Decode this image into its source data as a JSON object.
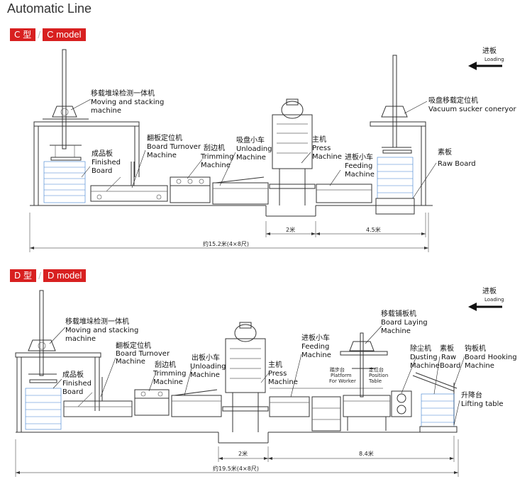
{
  "title": "Automatic Line",
  "c_model": {
    "badge_cn": "C 型",
    "badge_en": "C model",
    "loading_cn": "进板",
    "loading_en": "Loading",
    "labels": {
      "moving_cn": "移载堆垛检测一体机",
      "moving_en1": "Moving and stacking",
      "moving_en2": "machine",
      "vacuum_cn": "吸盘移载定位机",
      "vacuum_en": "Vacuum sucker coneryor",
      "finished_cn": "成品板",
      "finished_en1": "Finished",
      "finished_en2": "Board",
      "turnover_cn": "翻板定位机",
      "turnover_en1": "Board Turnover",
      "turnover_en2": "Machine",
      "trimming_cn": "刮边机",
      "trimming_en1": "Trimming",
      "trimming_en2": "Machine",
      "unloading_cn": "吸盘小车",
      "unloading_en1": "Unloading",
      "unloading_en2": "Machine",
      "press_cn": "主机",
      "press_en1": "Press",
      "press_en2": "Machine",
      "feeding_cn": "进板小车",
      "feeding_en1": "Feeding",
      "feeding_en2": "Machine",
      "raw_cn": "素板",
      "raw_en": "Raw Board"
    },
    "dims": {
      "d1": "2米",
      "d2": "4.5米",
      "total": "约15.2米(4×8尺)"
    }
  },
  "d_model": {
    "badge_cn": "D 型",
    "badge_en": "D model",
    "loading_cn": "进板",
    "loading_en": "Loading",
    "labels": {
      "moving_cn": "移载堆垛检测一体机",
      "moving_en1": "Moving and stacking",
      "moving_en2": "machine",
      "turnover_cn": "翻板定位机",
      "turnover_en1": "Board Turnover",
      "turnover_en2": "Machine",
      "finished_cn": "成品板",
      "finished_en1": "Finished",
      "finished_en2": "Board",
      "trimming_cn": "刮边机",
      "trimming_en1": "Trimming",
      "trimming_en2": "Machine",
      "unloading_cn": "出板小车",
      "unloading_en1": "Unloading",
      "unloading_en2": "Machine",
      "press_cn": "主机",
      "press_en1": "Press",
      "press_en2": "Machine",
      "feeding_cn": "进板小车",
      "feeding_en1": "Feeding",
      "feeding_en2": "Machine",
      "laying_cn": "移载铺板机",
      "laying_en1": "Board Laying",
      "laying_en2": "Machine",
      "platform_cn": "踏步台",
      "platform_en1": "Platform",
      "platform_en2": "For Worker",
      "position_cn": "定位台",
      "position_en1": "Position",
      "position_en2": "Table",
      "dusting_cn": "除尘机",
      "dusting_en1": "Dusting",
      "dusting_en2": "Machine",
      "raw_cn": "素板",
      "raw_en1": "Raw",
      "raw_en2": "Board",
      "hooking_cn": "钩板机",
      "hooking_en1": "Board Hooking",
      "hooking_en2": "Machine",
      "lifting_cn": "升降台",
      "lifting_en": "Lifting table"
    },
    "dims": {
      "d1": "2米",
      "d2": "8.4米",
      "total": "约19.5米(4×8尺)"
    }
  }
}
